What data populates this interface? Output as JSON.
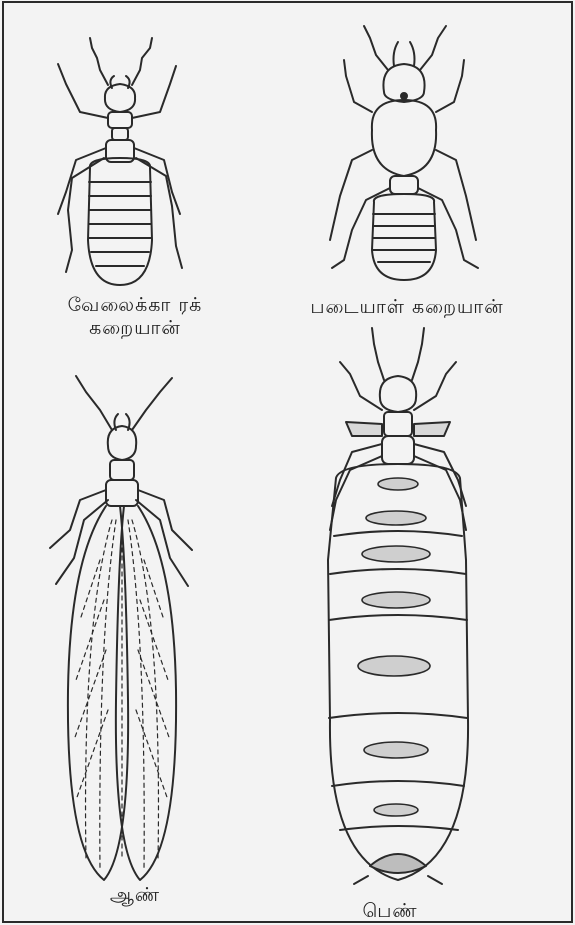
{
  "figure": {
    "background": "#f3f3f3",
    "ink": "#2a2a2a",
    "panels": [
      {
        "id": "worker",
        "caption_lines": [
          "வேலைக்கா ரக்",
          "கறையான்"
        ],
        "icon": "worker-termite-icon"
      },
      {
        "id": "soldier",
        "caption": "படையாள் கறையான்",
        "icon": "soldier-termite-icon"
      },
      {
        "id": "male",
        "caption": "ஆண்",
        "icon": "male-winged-termite-icon"
      },
      {
        "id": "female",
        "caption": "பெண்",
        "icon": "queen-termite-icon"
      }
    ]
  }
}
